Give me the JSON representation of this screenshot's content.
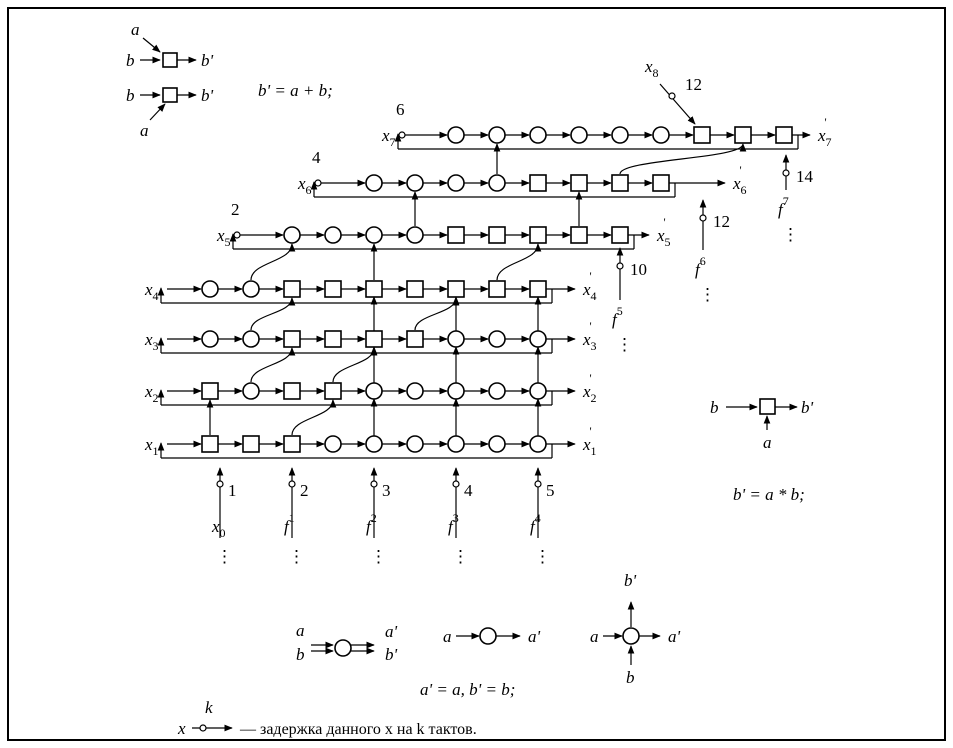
{
  "legend": {
    "sym_a": "a",
    "sym_b": "b",
    "sym_bp": "b'",
    "sym_ap": "a'",
    "add_eq": "b' = a + b;",
    "mul_eq": "b' = a * b;",
    "delay_eq": "a' = a,  b' = b;",
    "delay_x": "x",
    "delay_k": "k",
    "delay_caption": "— задержка данного  x  на  k  тактов."
  },
  "rows": [
    {
      "label": "x",
      "sub": "1",
      "out": "x",
      "out_sub": "1"
    },
    {
      "label": "x",
      "sub": "2",
      "out": "x",
      "out_sub": "2"
    },
    {
      "label": "x",
      "sub": "3",
      "out": "x",
      "out_sub": "3"
    },
    {
      "label": "x",
      "sub": "4",
      "out": "x",
      "out_sub": "4"
    },
    {
      "label": "x",
      "sub": "5",
      "out": "x",
      "out_sub": "5"
    },
    {
      "label": "x",
      "sub": "6",
      "out": "x",
      "out_sub": "6"
    },
    {
      "label": "x",
      "sub": "7",
      "out": "x",
      "out_sub": "7"
    }
  ],
  "delays": [
    "2",
    "4",
    "6",
    "12"
  ],
  "bottom_inputs": [
    {
      "num": "1",
      "label": "x",
      "sup": "0"
    },
    {
      "num": "2",
      "label": "f",
      "sup": "1"
    },
    {
      "num": "3",
      "label": "f",
      "sup": "2"
    },
    {
      "num": "4",
      "label": "f",
      "sup": "3"
    },
    {
      "num": "5",
      "label": "f",
      "sup": "4"
    }
  ],
  "side_inputs": [
    {
      "num": "10",
      "label": "f",
      "sup": "5"
    },
    {
      "num": "12",
      "label": "f",
      "sup": "6"
    },
    {
      "num": "14",
      "label": "f",
      "sup": "7"
    }
  ],
  "x8": {
    "label": "x",
    "sub": "8"
  },
  "ellipsis": "⋮"
}
